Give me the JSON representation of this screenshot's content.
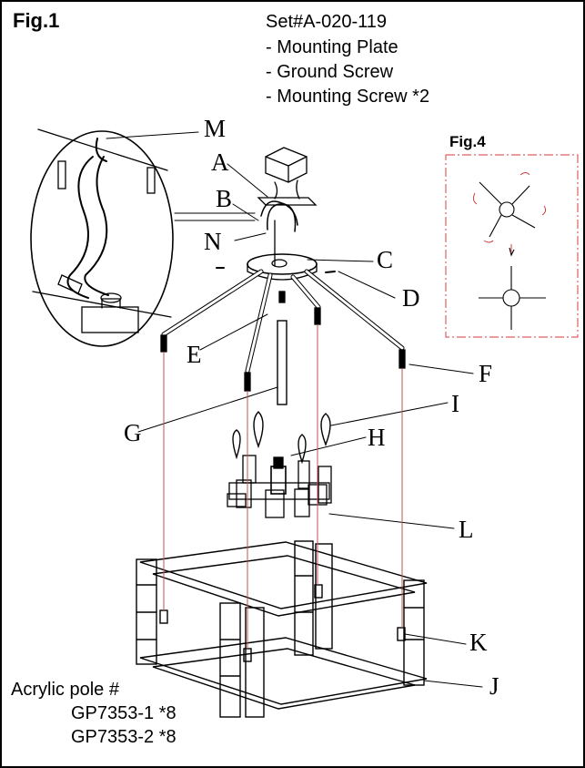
{
  "figure": {
    "title": "Fig.1"
  },
  "set": {
    "id": "Set#A-020-119",
    "items": [
      "- Mounting Plate",
      "- Ground Screw",
      "- Mounting Screw *2"
    ]
  },
  "inset_figure": {
    "title": "Fig.4"
  },
  "part_labels": [
    "A",
    "B",
    "C",
    "D",
    "E",
    "F",
    "G",
    "H",
    "I",
    "J",
    "K",
    "L",
    "M",
    "N"
  ],
  "acrylic_pole": {
    "heading": "Acrylic pole #",
    "parts": [
      "GP7353-1 *8",
      "GP7353-2 *8"
    ]
  },
  "colors": {
    "line": "#000000",
    "cord": "#c0504d",
    "inset_border": "#e06060"
  }
}
